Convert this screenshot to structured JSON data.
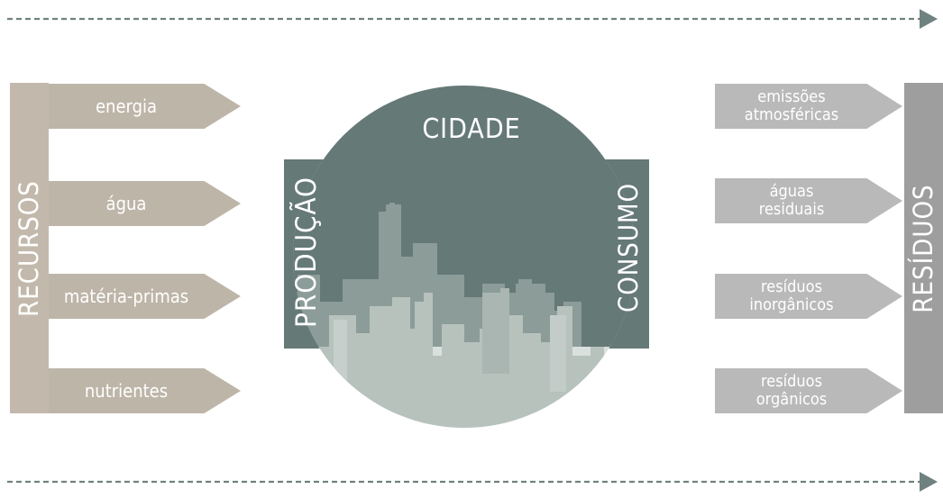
{
  "resources": {
    "title": "RECURSOS",
    "items": [
      {
        "label": "energia"
      },
      {
        "label": "água"
      },
      {
        "label": "matéria-primas"
      },
      {
        "label": "nutrientes"
      }
    ]
  },
  "city": {
    "title": "CIDADE",
    "production": "PRODUÇÃO",
    "consumption": "CONSUMO"
  },
  "waste": {
    "title": "RESÍDUOS",
    "items": [
      {
        "line1": "emissões",
        "line2": "atmosféricas"
      },
      {
        "line1": "águas",
        "line2": "residuais"
      },
      {
        "line1": "resíduos",
        "line2": "inorgânicos"
      },
      {
        "line1": "resíduos",
        "line2": "orgânicos"
      }
    ]
  },
  "colors": {
    "resources": "#bdb5a8",
    "waste": "#b9b9b9",
    "city_dark": "#647876",
    "dashed_arrow": "#6f8280"
  }
}
